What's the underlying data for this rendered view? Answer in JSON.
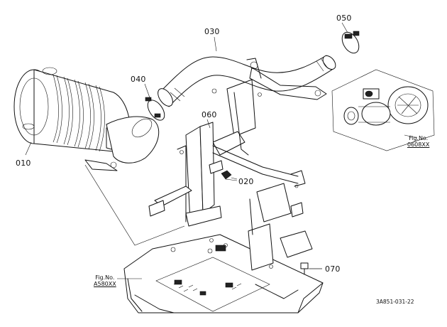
{
  "parts": [
    {
      "key": "p010",
      "number": "010"
    },
    {
      "key": "p020",
      "number": "020"
    },
    {
      "key": "p030",
      "number": "030"
    },
    {
      "key": "p040",
      "number": "040"
    },
    {
      "key": "p050",
      "number": "050"
    },
    {
      "key": "p060",
      "number": "060"
    },
    {
      "key": "p070",
      "number": "070"
    }
  ],
  "figure_refs": {
    "turbo": {
      "line1": "Fig.No.",
      "line2": "0608XX"
    },
    "frame": {
      "line1": "Fig.No.",
      "line2": "A580XX"
    }
  },
  "drawing_code": "3A851-031-22"
}
